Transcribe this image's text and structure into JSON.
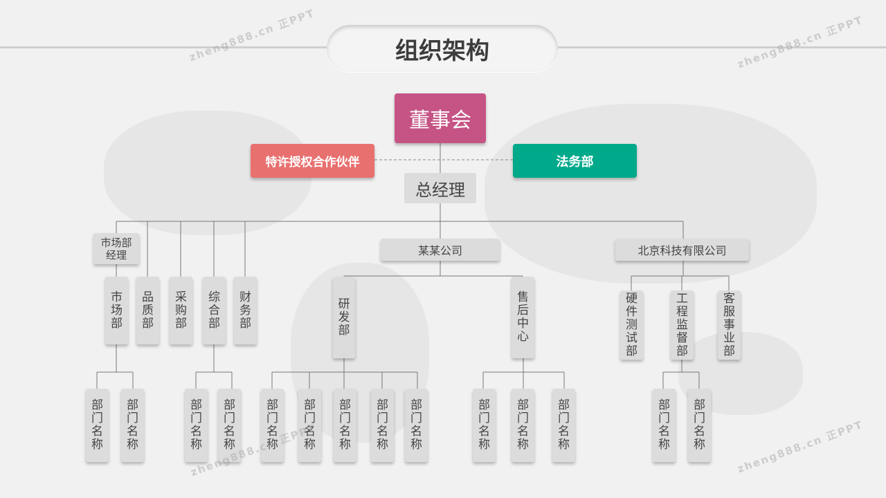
{
  "title": "组织架构",
  "watermark": "zheng888.cn 正PPT",
  "colors": {
    "board": "#c55485",
    "partner": "#e8706f",
    "legal": "#00a98a",
    "node": "#dcdcdc"
  },
  "top": {
    "board": "董事会",
    "partner": "特许授权合作伙伴",
    "legal": "法务部",
    "gm": "总经理"
  },
  "left": {
    "manager": "市场部经理",
    "depts": [
      "市场部",
      "品质部",
      "采购部",
      "综合部",
      "财务部"
    ]
  },
  "company1": {
    "name": "某某公司",
    "depts": [
      "研发部",
      "售后中心"
    ]
  },
  "company2": {
    "name": "北京科技有限公司",
    "depts": [
      "硬件测试部",
      "工程监督部",
      "客服事业部"
    ]
  },
  "leaf": "部门名称"
}
